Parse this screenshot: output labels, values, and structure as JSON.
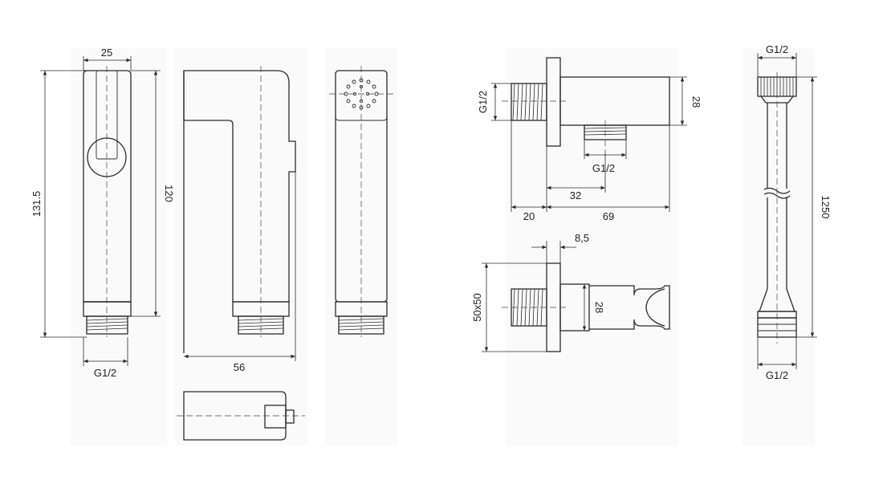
{
  "dimensions": {
    "head_width": "25",
    "head_total_height": "131.5",
    "head_body_height": "120",
    "head_thread_bottom": "G1/2",
    "side_depth": "56",
    "elbow_thread_left": "G1/2",
    "elbow_height": "28",
    "elbow_thread_bottom": "G1/2",
    "elbow_offset": "32",
    "elbow_flange": "20",
    "elbow_length": "69",
    "holder_depth": "8,5",
    "holder_plate": "50x50",
    "holder_height": "28",
    "hose_thread_top": "G1/2",
    "hose_length": "1250",
    "hose_thread_bottom": "G1/2"
  }
}
